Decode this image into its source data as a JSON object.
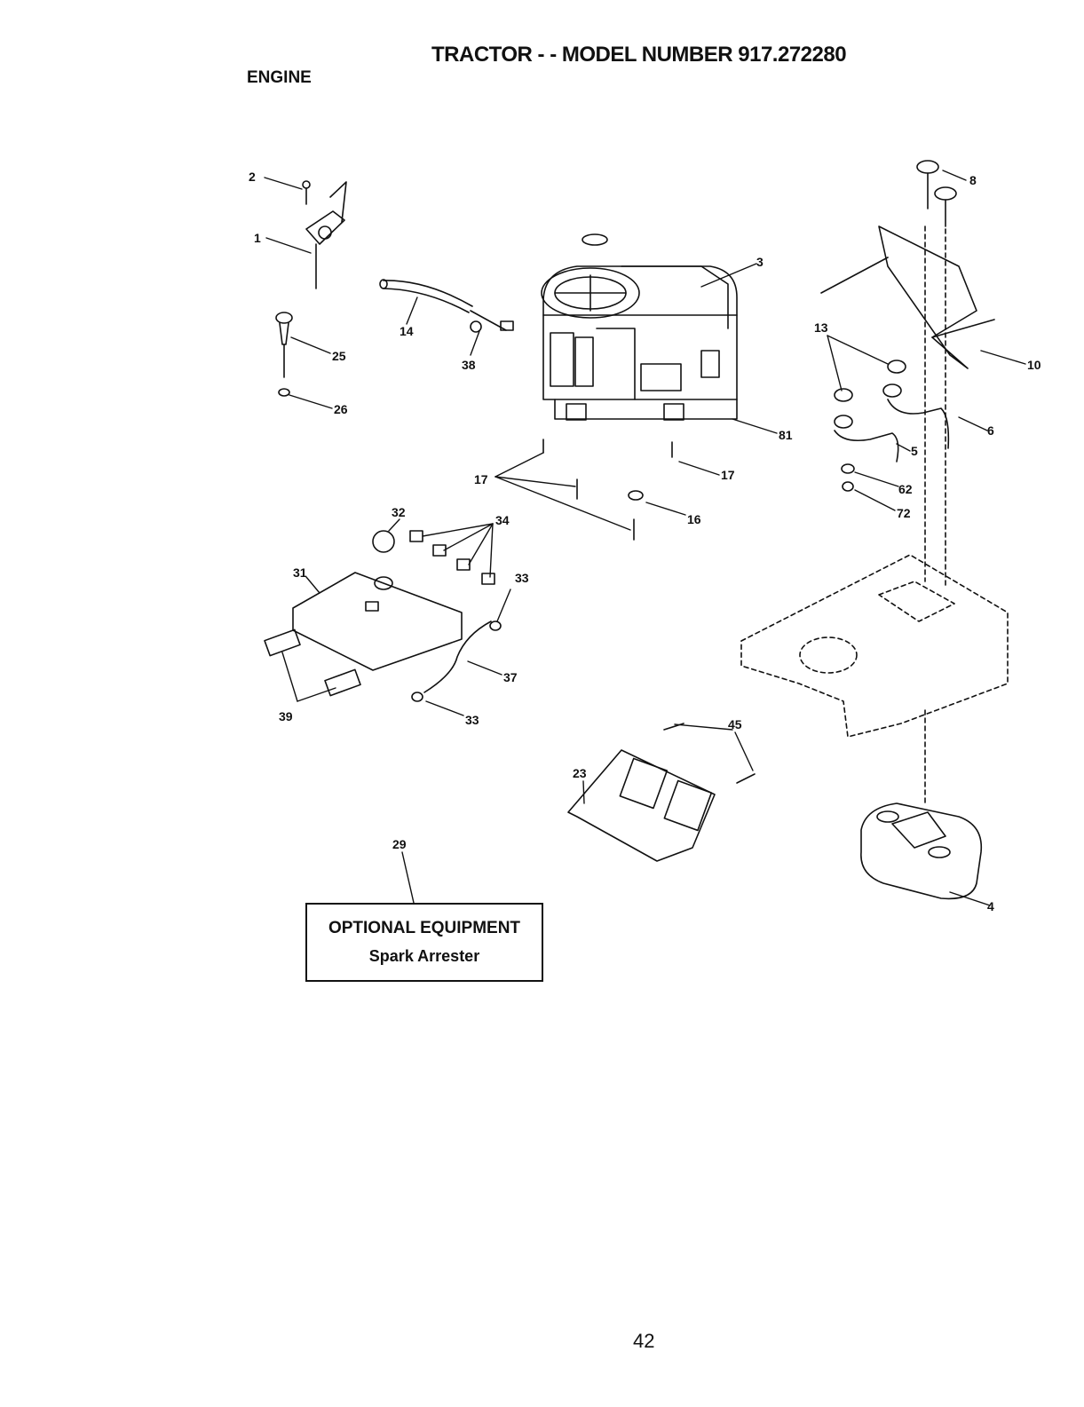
{
  "header": {
    "title": "TRACTOR - - MODEL NUMBER 917.272280",
    "section": "ENGINE"
  },
  "callouts": [
    {
      "id": "c1",
      "label": "1"
    },
    {
      "id": "c2",
      "label": "2"
    },
    {
      "id": "c3",
      "label": "3"
    },
    {
      "id": "c4",
      "label": "4"
    },
    {
      "id": "c5",
      "label": "5"
    },
    {
      "id": "c6",
      "label": "6"
    },
    {
      "id": "c8",
      "label": "8"
    },
    {
      "id": "c10",
      "label": "10"
    },
    {
      "id": "c13",
      "label": "13"
    },
    {
      "id": "c14",
      "label": "14"
    },
    {
      "id": "c16",
      "label": "16"
    },
    {
      "id": "c17a",
      "label": "17"
    },
    {
      "id": "c17b",
      "label": "17"
    },
    {
      "id": "c23",
      "label": "23"
    },
    {
      "id": "c25",
      "label": "25"
    },
    {
      "id": "c26",
      "label": "26"
    },
    {
      "id": "c29",
      "label": "29"
    },
    {
      "id": "c31",
      "label": "31"
    },
    {
      "id": "c32",
      "label": "32"
    },
    {
      "id": "c33a",
      "label": "33"
    },
    {
      "id": "c33b",
      "label": "33"
    },
    {
      "id": "c34",
      "label": "34"
    },
    {
      "id": "c37",
      "label": "37"
    },
    {
      "id": "c38",
      "label": "38"
    },
    {
      "id": "c39",
      "label": "39"
    },
    {
      "id": "c45",
      "label": "45"
    },
    {
      "id": "c62",
      "label": "62"
    },
    {
      "id": "c72",
      "label": "72"
    },
    {
      "id": "c81",
      "label": "81"
    }
  ],
  "optional_box": {
    "line1": "OPTIONAL EQUIPMENT",
    "line2": "Spark Arrester"
  },
  "page_number": "42"
}
